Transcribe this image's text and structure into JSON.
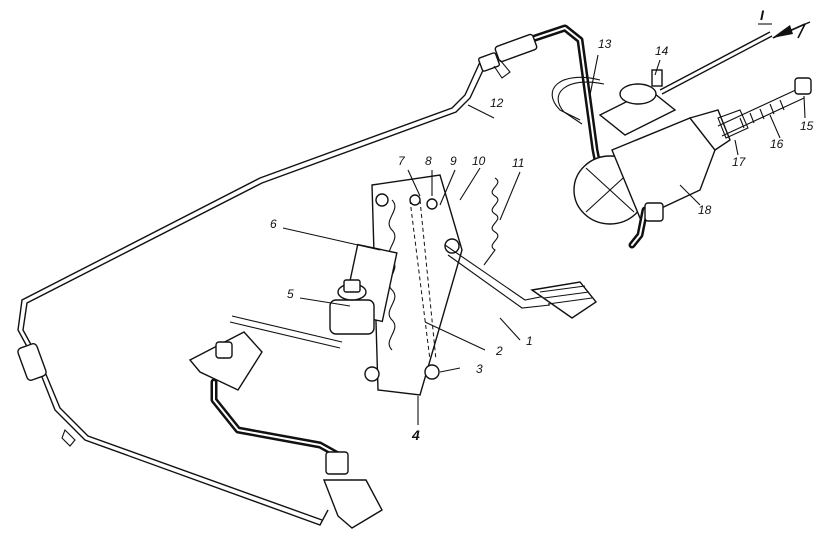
{
  "view_marker": "I",
  "parts": [
    {
      "id": "1",
      "label": "1"
    },
    {
      "id": "2",
      "label": "2"
    },
    {
      "id": "3",
      "label": "3"
    },
    {
      "id": "4",
      "label": "4"
    },
    {
      "id": "5",
      "label": "5"
    },
    {
      "id": "6",
      "label": "6"
    },
    {
      "id": "7",
      "label": "7"
    },
    {
      "id": "8",
      "label": "8"
    },
    {
      "id": "9",
      "label": "9"
    },
    {
      "id": "10",
      "label": "10"
    },
    {
      "id": "11",
      "label": "11"
    },
    {
      "id": "12",
      "label": "12"
    },
    {
      "id": "13",
      "label": "13"
    },
    {
      "id": "14",
      "label": "14"
    },
    {
      "id": "15",
      "label": "15"
    },
    {
      "id": "16",
      "label": "16"
    },
    {
      "id": "17",
      "label": "17"
    },
    {
      "id": "18",
      "label": "18"
    }
  ]
}
